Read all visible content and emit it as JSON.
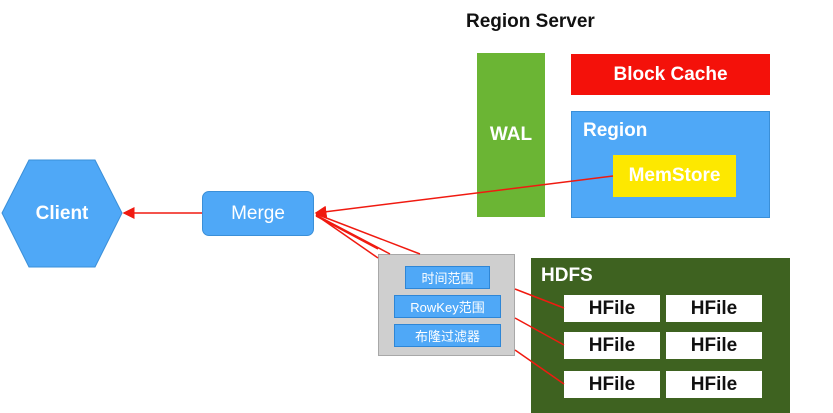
{
  "title": "Region Server",
  "nodes": {
    "client": "Client",
    "merge": "Merge",
    "wal": "WAL",
    "block_cache": "Block Cache",
    "region": "Region",
    "memstore": "MemStore",
    "hdfs": "HDFS"
  },
  "filters": [
    "时间范围",
    "RowKey范围",
    "布隆过滤器"
  ],
  "hfiles": [
    "HFile",
    "HFile",
    "HFile",
    "HFile",
    "HFile",
    "HFile"
  ],
  "colors": {
    "blue": "#4fa8f7",
    "green": "#6bb534",
    "red": "#f4110a",
    "yellow": "#fde800",
    "dark_green": "#3e6220",
    "gray": "#cfcfcf",
    "arrow": "#f01a10"
  }
}
